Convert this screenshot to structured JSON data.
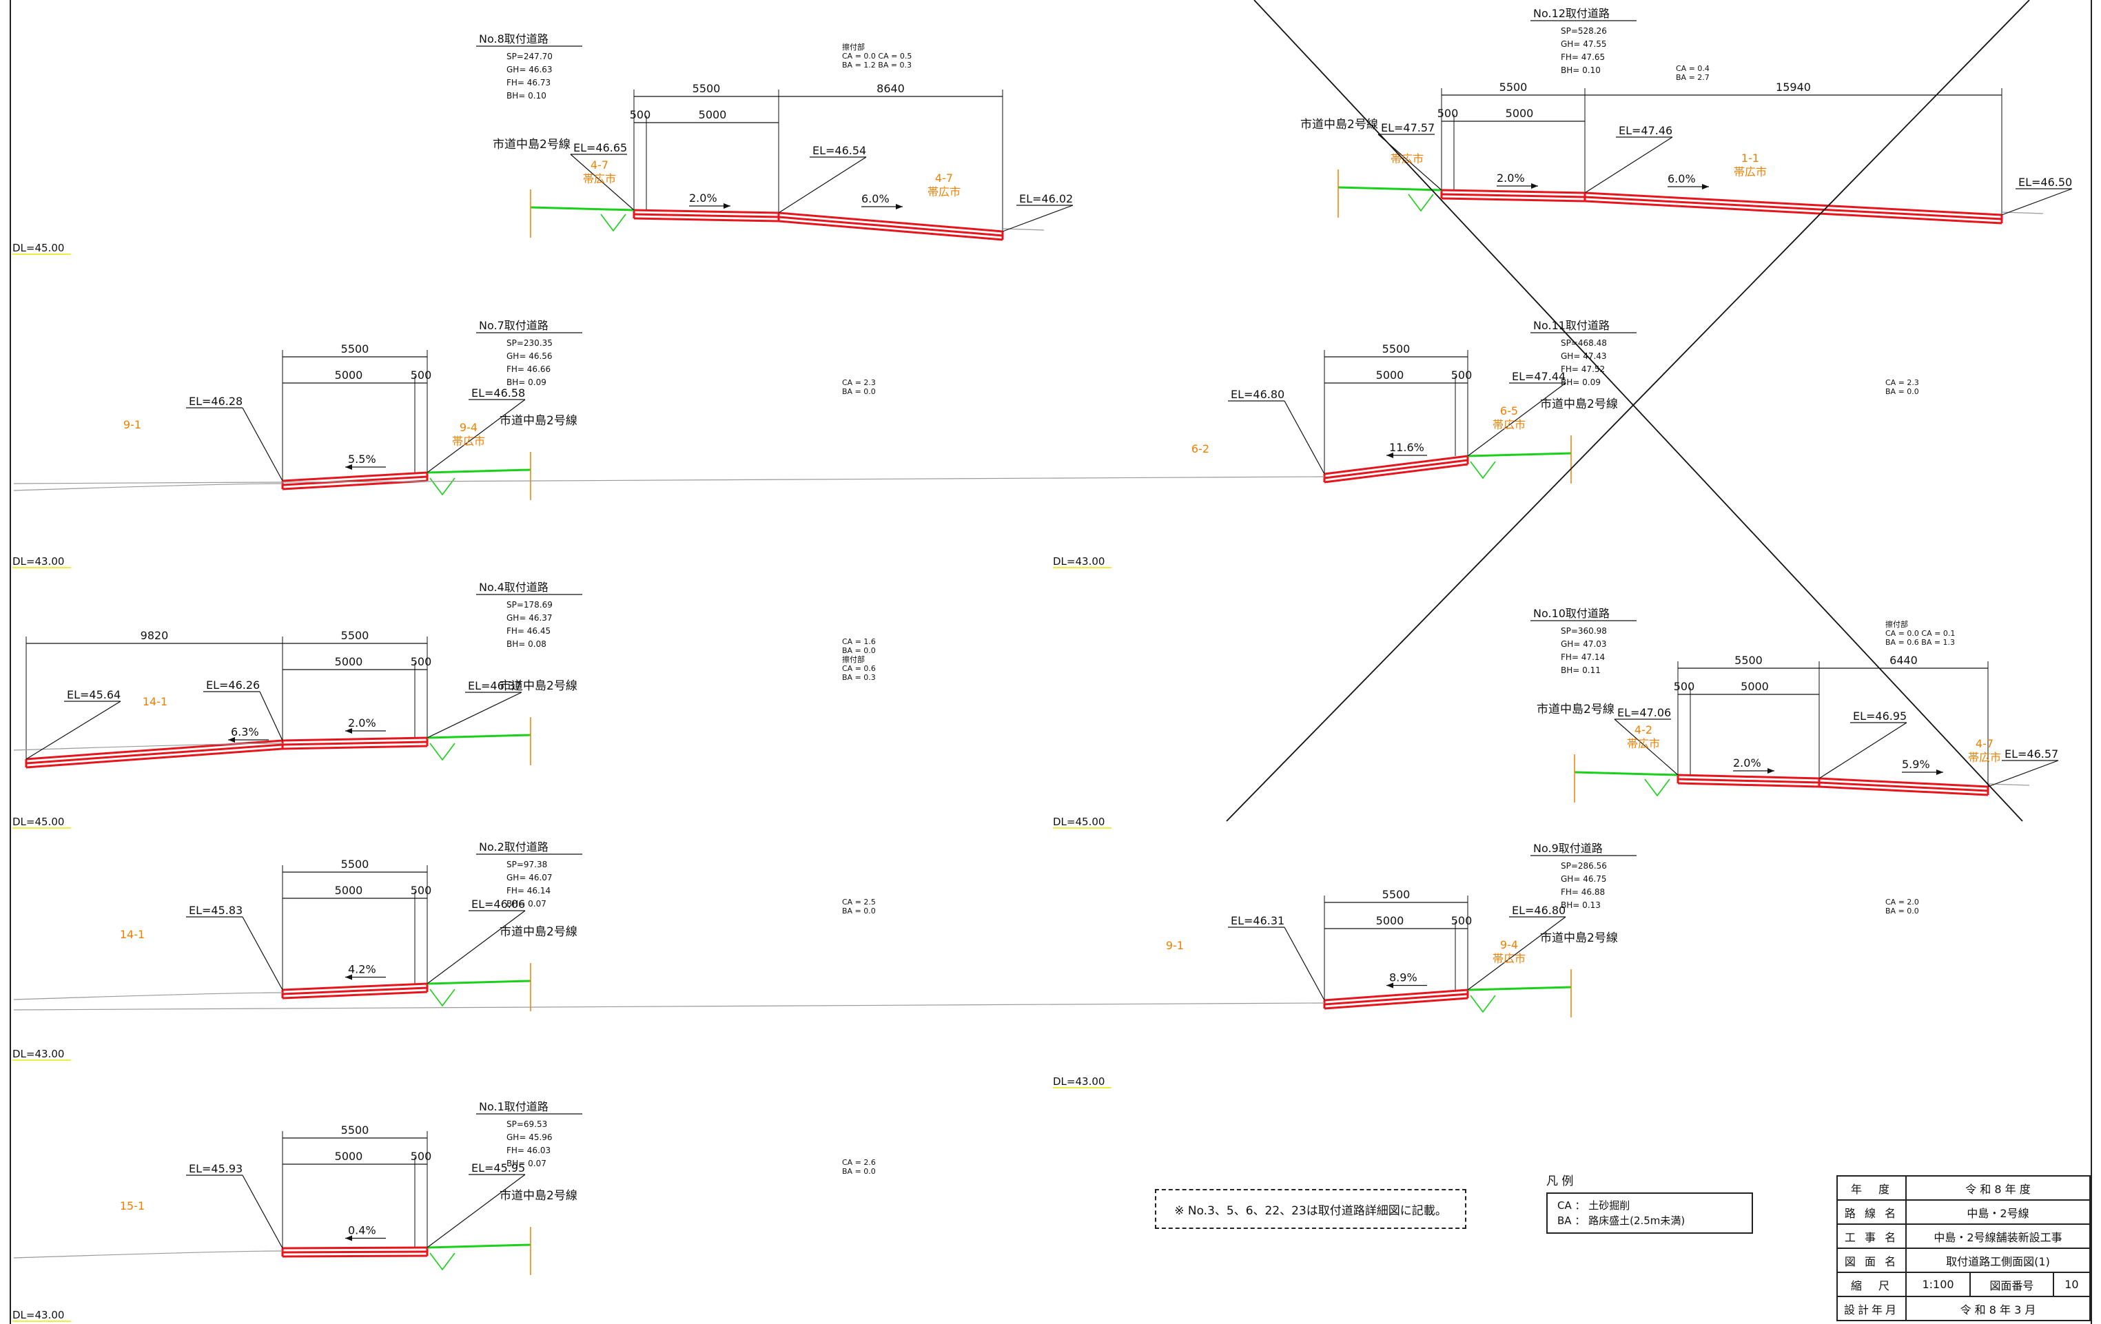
{
  "colors": {
    "pavement": "#e8141c",
    "existing_road": "#19d119",
    "ground": "#9a9a9a",
    "annotation": "#f07f00",
    "line": "#111111",
    "datum": "#e8e800"
  },
  "crossed_out_section": "No.11取付道路",
  "sections": [
    {
      "id": "No.8",
      "title": "No.8取付道路",
      "data": [
        "SP=247.70",
        "GH=  46.63",
        "FH=  46.73",
        "BH=   0.10"
      ],
      "dl": "DL=45.00",
      "dims_top": [
        "5500",
        "8640"
      ],
      "dims_bottom": [
        "500",
        "5000"
      ],
      "els": [
        "EL=46.65",
        "EL=46.54",
        "EL=46.02"
      ],
      "slopes": [
        "2.0%",
        "6.0%"
      ],
      "road_name": "市道中島2号線",
      "areas": [
        [
          "4-7",
          "帯広市"
        ],
        [
          "4-7",
          "帯広市"
        ]
      ],
      "qty": [
        "擦付部",
        "CA =  0.0   CA =  0.5",
        "BA =  1.2   BA =  0.3"
      ]
    },
    {
      "id": "No.7",
      "title": "No.7取付道路",
      "data": [
        "SP=230.35",
        "GH=  46.56",
        "FH=  46.66",
        "BH=   0.09"
      ],
      "dl": "DL=43.00",
      "dims_top": [
        "5500"
      ],
      "dims_bottom": [
        "5000",
        "500"
      ],
      "els": [
        "EL=46.28",
        "EL=46.58"
      ],
      "slopes": [
        "5.5%"
      ],
      "road_name": "市道中島2号線",
      "areas": [
        [
          "9-1",
          ""
        ],
        [
          "9-4",
          "帯広市"
        ]
      ],
      "qty": [
        "",
        "CA =  2.3",
        "BA =  0.0"
      ]
    },
    {
      "id": "No.4",
      "title": "No.4取付道路",
      "data": [
        "SP=178.69",
        "GH=  46.37",
        "FH=  46.45",
        "BH=   0.08"
      ],
      "dl": "DL=45.00",
      "dims_top": [
        "9820",
        "5500"
      ],
      "dims_bottom": [
        "5000",
        "500"
      ],
      "els": [
        "EL=45.64",
        "EL=46.26",
        "EL=46.37"
      ],
      "slopes": [
        "6.3%",
        "2.0%"
      ],
      "road_name": "市道中島2号線",
      "areas": [
        [
          "14-1",
          ""
        ]
      ],
      "qty": [
        "",
        "CA =  1.6",
        "BA =  0.0",
        "擦付部",
        "CA =  0.6",
        "BA =  0.3"
      ]
    },
    {
      "id": "No.2",
      "title": "No.2取付道路",
      "data": [
        "SP=97.38",
        "GH=  46.07",
        "FH=  46.14",
        "BH=   0.07"
      ],
      "dl": "DL=43.00",
      "dims_top": [
        "5500"
      ],
      "dims_bottom": [
        "5000",
        "500"
      ],
      "els": [
        "EL=45.83",
        "EL=46.06"
      ],
      "slopes": [
        "4.2%"
      ],
      "road_name": "市道中島2号線",
      "areas": [
        [
          "14-1",
          ""
        ]
      ],
      "qty": [
        "",
        "CA =  2.5",
        "BA =  0.0"
      ]
    },
    {
      "id": "No.1",
      "title": "No.1取付道路",
      "data": [
        "SP=69.53",
        "GH=  45.96",
        "FH=  46.03",
        "BH=   0.07"
      ],
      "dl": "DL=43.00",
      "dims_top": [
        "5500"
      ],
      "dims_bottom": [
        "5000",
        "500"
      ],
      "els": [
        "EL=45.93",
        "EL=45.95"
      ],
      "slopes": [
        "0.4%"
      ],
      "road_name": "市道中島2号線",
      "areas": [
        [
          "15-1",
          ""
        ]
      ],
      "qty": [
        "",
        "CA =  2.6",
        "BA =  0.0"
      ]
    },
    {
      "id": "No.12",
      "title": "No.12取付道路",
      "data": [
        "SP=528.26",
        "GH=  47.55",
        "FH=  47.65",
        "BH=   0.10"
      ],
      "dl": "",
      "dims_top": [
        "5500",
        "15940"
      ],
      "dims_bottom": [
        "500",
        "5000"
      ],
      "els": [
        "EL=47.57",
        "EL=47.46",
        "EL=46.50"
      ],
      "slopes": [
        "2.0%",
        "6.0%"
      ],
      "road_name": "市道中島2号線",
      "areas": [
        [
          "",
          "帯広市"
        ],
        [
          "1-1",
          "帯広市"
        ]
      ],
      "qty": [
        "",
        "CA =  0.4",
        "BA =  2.7"
      ]
    },
    {
      "id": "No.11",
      "title": "No.11取付道路",
      "data": [
        "SP=468.48",
        "GH=  47.43",
        "FH=  47.52",
        "BH=   0.09"
      ],
      "dl": "DL=43.00",
      "dims_top": [
        "5500"
      ],
      "dims_bottom": [
        "5000",
        "500"
      ],
      "els": [
        "EL=46.80",
        "EL=47.44"
      ],
      "slopes": [
        "11.6%"
      ],
      "road_name": "市道中島2号線",
      "areas": [
        [
          "6-2",
          ""
        ],
        [
          "6-5",
          "帯広市"
        ]
      ],
      "qty": [
        "",
        "CA =  2.3",
        "BA =  0.0"
      ]
    },
    {
      "id": "No.10",
      "title": "No.10取付道路",
      "data": [
        "SP=360.98",
        "GH=  47.03",
        "FH=  47.14",
        "BH=   0.11"
      ],
      "dl": "DL=45.00",
      "dims_top": [
        "5500",
        "6440"
      ],
      "dims_bottom": [
        "500",
        "5000"
      ],
      "els": [
        "EL=47.06",
        "EL=46.95",
        "EL=46.57"
      ],
      "slopes": [
        "2.0%",
        "5.9%"
      ],
      "road_name": "市道中島2号線",
      "areas": [
        [
          "4-2",
          "帯広市"
        ],
        [
          "4-7",
          "帯広市"
        ]
      ],
      "qty": [
        "擦付部",
        "CA =  0.0  CA =  0.1",
        "BA =  0.6  BA =  1.3"
      ]
    },
    {
      "id": "No.9",
      "title": "No.9取付道路",
      "data": [
        "SP=286.56",
        "GH=  46.75",
        "FH=  46.88",
        "BH=   0.13"
      ],
      "dl": "DL=43.00",
      "dims_top": [
        "5500"
      ],
      "dims_bottom": [
        "5000",
        "500"
      ],
      "els": [
        "EL=46.31",
        "EL=46.80"
      ],
      "slopes": [
        "8.9%"
      ],
      "road_name": "市道中島2号線",
      "areas": [
        [
          "9-1",
          ""
        ],
        [
          "9-4",
          "帯広市"
        ]
      ],
      "qty": [
        "",
        "CA =  2.0",
        "BA =  0.0"
      ]
    }
  ],
  "note": "※ No.3、5、6、22、23は取付道路詳細図に記載。",
  "legend": {
    "title": "凡 例",
    "items": [
      "CA  ： 土砂掘削",
      "BA  ： 路床盛土(2.5m未満)"
    ]
  },
  "title_block": {
    "year_label": "年　度",
    "year": "令 和 8 年 度",
    "route_label": "路 線 名",
    "route": "中島・2号線",
    "project_label": "工 事 名",
    "project": "中島・2号線舗装新設工事",
    "drawing_label": "図 面 名",
    "drawing": "取付道路工側面図(1)",
    "scale_label": "縮　尺",
    "scale": "1:100",
    "sheet_no_label": "図面番号",
    "sheet_no": "10",
    "date_label": "設計年月",
    "date": "令 和 8 年 3 月"
  }
}
